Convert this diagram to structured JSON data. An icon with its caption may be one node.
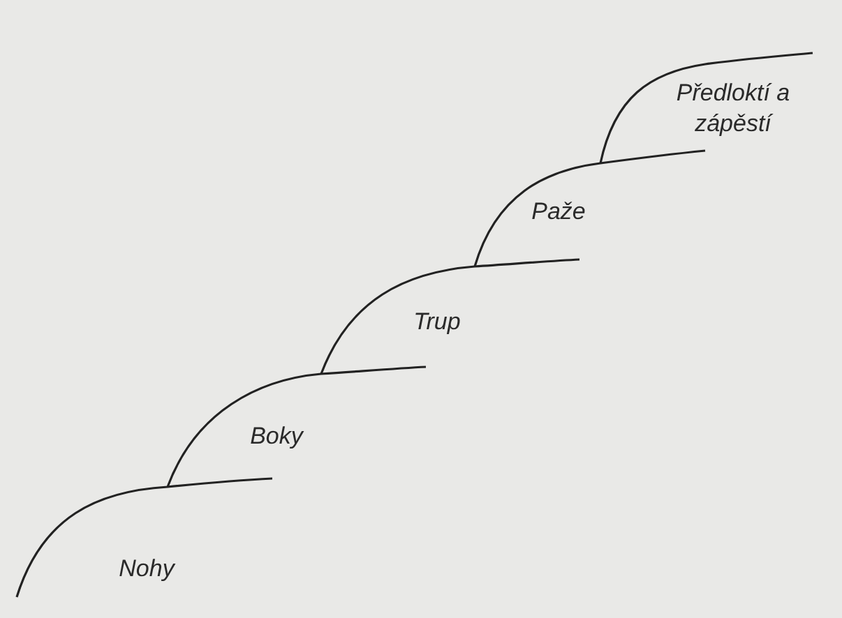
{
  "diagram": {
    "labels": [
      "Nohy",
      "Boky",
      "Trup",
      "Paže",
      "Předloktí a zápěstí"
    ]
  }
}
